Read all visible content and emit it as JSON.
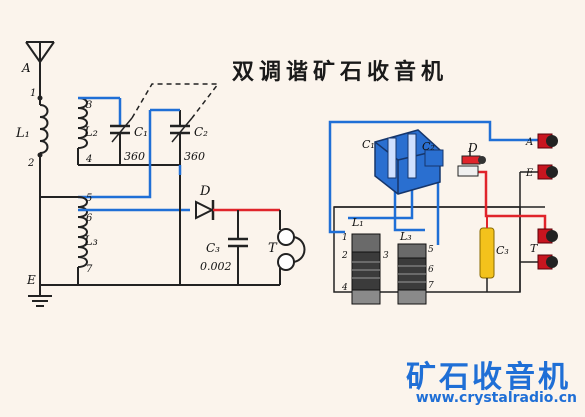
{
  "title": "双调谐矿石收音机",
  "brand": "矿石收音机",
  "url": "www.crystalradio.cn",
  "labels": {
    "antenna": "A",
    "earth": "E",
    "L1": "L₁",
    "L2": "L₂",
    "L3": "L₃",
    "C1": "C₁",
    "C2": "C₂",
    "C3": "C₃",
    "D": "D",
    "T": "T",
    "c1_value": "360",
    "c2_value": "360",
    "c3_value": "0.002",
    "pins": [
      "1",
      "2",
      "3",
      "4",
      "5",
      "6",
      "7"
    ]
  },
  "colors": {
    "wire_black": "#222222",
    "wire_blue": "#1f6fd6",
    "wire_red": "#e0242b",
    "capacitor_blue": "#2a6fd0",
    "capacitor_yellow": "#f3c21c",
    "brand_blue": "#1f6fd6",
    "background": "#fbf4ec"
  }
}
